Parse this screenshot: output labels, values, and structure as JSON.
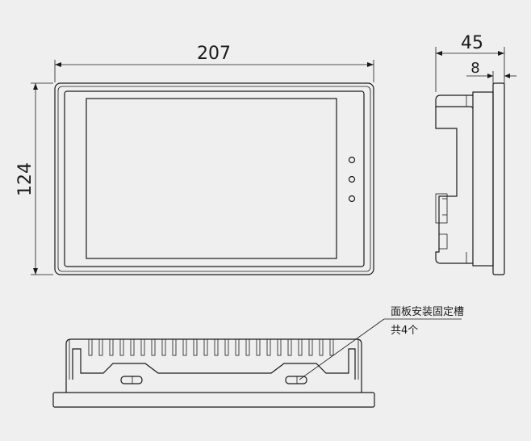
{
  "dimensions": {
    "width": "207",
    "height": "124",
    "depth": "45",
    "bezel_depth": "8"
  },
  "annotation": {
    "line1": "面板安装固定槽",
    "line2": "共4个"
  }
}
